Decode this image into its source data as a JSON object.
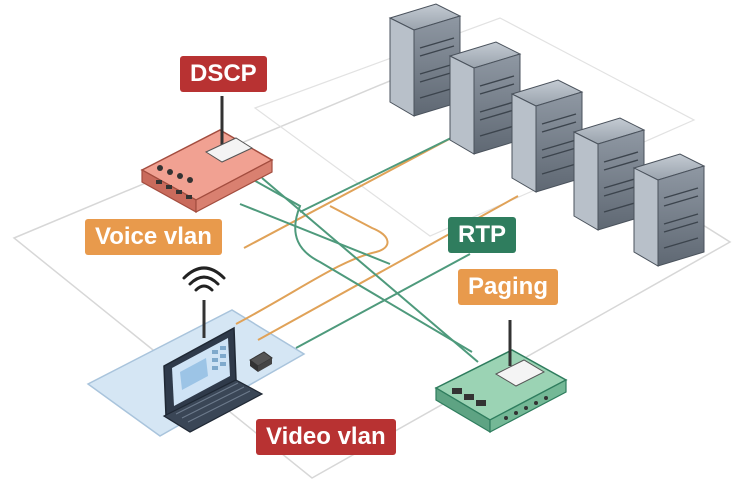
{
  "labels": {
    "dscp": "DSCP",
    "voice_vlan": "Voice vlan",
    "rtp": "RTP",
    "paging": "Paging",
    "video_vlan": "Video vlan"
  },
  "colors": {
    "dscp": "#b83232",
    "voice_vlan": "#e89a4c",
    "rtp": "#2f7d5e",
    "paging": "#e89a4c",
    "video_vlan": "#b83232",
    "voice_link": "#e0a258",
    "rtp_link": "#4e9a7c"
  },
  "icons": {
    "router": "router-icon",
    "paging_device": "paging-device-icon",
    "server": "server-icon",
    "laptop": "laptop-icon",
    "wifi": "wifi-icon",
    "ip_camera": "camera-icon"
  }
}
